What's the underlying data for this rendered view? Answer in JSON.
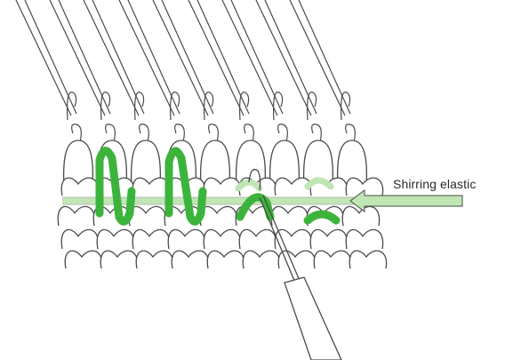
{
  "callout": {
    "label": "Shirring elastic"
  },
  "colors": {
    "line": "#4a4a4a",
    "elastic_dark": "#3cb43c",
    "elastic_light": "#bfe6b4",
    "paper": "#ffffff"
  },
  "icons": [
    "knitting-machine-needle",
    "latch-tool"
  ]
}
